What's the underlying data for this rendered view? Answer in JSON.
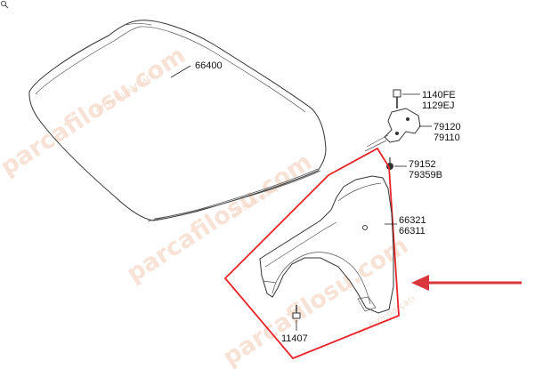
{
  "watermark": {
    "brand": "parcafilosu.com",
    "tagline": "en hızlı parçacı"
  },
  "callouts": {
    "hood": "66400",
    "bolt_a": "1140FE",
    "bolt_b": "1129EJ",
    "hinge_a": "79120",
    "hinge_b": "79110",
    "stopper_a": "79152",
    "stopper_b": "79359B",
    "fender_a": "66321",
    "fender_b": "66311",
    "screw": "11407"
  },
  "colors": {
    "highlight_box": "#e8242a",
    "arrow": "#d9363e",
    "watermark": "#f6d9c9"
  },
  "icons": {
    "corner": "magnifier-icon"
  }
}
